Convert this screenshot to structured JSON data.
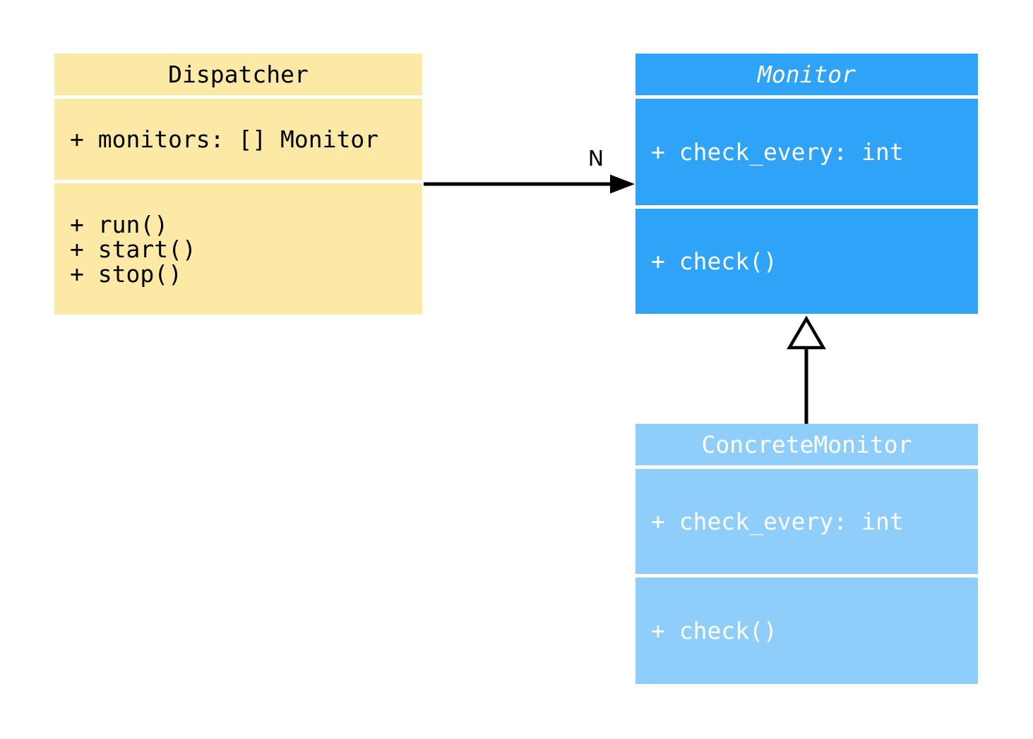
{
  "diagram": {
    "kind": "uml-class-diagram",
    "background": "#ffffff",
    "classes": [
      {
        "name": "Dispatcher",
        "abstract": false,
        "fill": "#fce9a6",
        "text_color": "#000000",
        "attributes": [
          "+ monitors: [] Monitor"
        ],
        "methods": [
          "+ run()",
          "+ start()",
          "+ stop()"
        ]
      },
      {
        "name": "Monitor",
        "abstract": true,
        "fill": "#2ea3f8",
        "text_color": "#ffffff",
        "attributes": [
          "+ check_every: int"
        ],
        "methods": [
          "+ check()"
        ]
      },
      {
        "name": "ConcreteMonitor",
        "abstract": false,
        "fill": "#8fcefa",
        "text_color": "#ffffff",
        "attributes": [
          "+ check_every: int"
        ],
        "methods": [
          "+ check()"
        ]
      }
    ],
    "relations": [
      {
        "type": "association",
        "from": "Dispatcher",
        "to": "Monitor",
        "label": "N",
        "arrowhead": "filled-arrow",
        "color": "#000000"
      },
      {
        "type": "inheritance",
        "from": "ConcreteMonitor",
        "to": "Monitor",
        "label": "",
        "arrowhead": "hollow-triangle",
        "color": "#000000"
      }
    ]
  }
}
